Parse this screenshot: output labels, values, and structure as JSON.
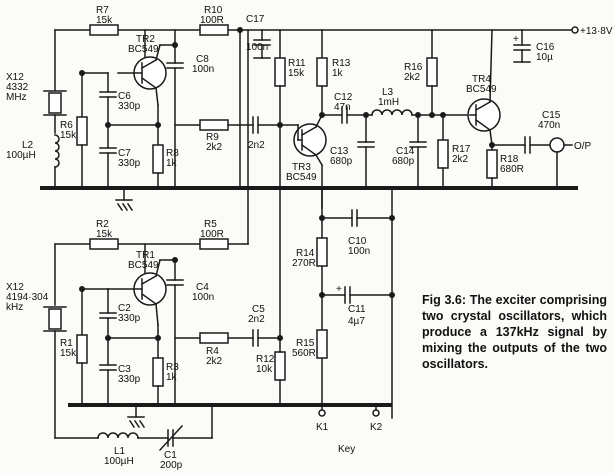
{
  "supply": "+13·8V",
  "output": "O/P",
  "key": {
    "label": "Key",
    "k1": "K1",
    "k2": "K2"
  },
  "caption": "Fig 3.6: The exciter comprising two crystal oscillators, which produce a 137kHz signal by mixing the outputs of the two oscillators.",
  "components": {
    "R7": {
      "ref": "R7",
      "value": "15k"
    },
    "R10": {
      "ref": "R10",
      "value": "100R"
    },
    "C17": {
      "ref": "C17",
      "value": "100n"
    },
    "TR2": {
      "ref": "TR2",
      "value": "BC549"
    },
    "C8": {
      "ref": "C8",
      "value": "100n"
    },
    "R11": {
      "ref": "R11",
      "value": "15k"
    },
    "R13": {
      "ref": "R13",
      "value": "1k"
    },
    "R16": {
      "ref": "R16",
      "value": "2k2"
    },
    "C16": {
      "ref": "C16",
      "value": "10µ"
    },
    "TR4": {
      "ref": "TR4",
      "value": "BC549"
    },
    "X12a": {
      "ref": "X12",
      "value1": "4332",
      "value2": "MHz"
    },
    "C6": {
      "ref": "C6",
      "value": "330p"
    },
    "R6": {
      "ref": "R6",
      "value": "15k"
    },
    "L2": {
      "ref": "L2",
      "value": "100µH"
    },
    "C7": {
      "ref": "C7",
      "value": "330p"
    },
    "R8": {
      "ref": "R8",
      "value": "1k"
    },
    "R9": {
      "ref": "R9",
      "value": "2k2"
    },
    "C_2n2": {
      "value": "2n2"
    },
    "C12": {
      "ref": "C12",
      "value": "47n"
    },
    "L3": {
      "ref": "L3",
      "value": "1mH"
    },
    "C15": {
      "ref": "C15",
      "value": "470n"
    },
    "TR3": {
      "ref": "TR3",
      "value": "BC549"
    },
    "C13": {
      "ref": "C13",
      "value": "680p"
    },
    "C14": {
      "ref": "C14",
      "value": "680p"
    },
    "R17": {
      "ref": "R17",
      "value": "2k2"
    },
    "R18": {
      "ref": "R18",
      "value": "680R"
    },
    "R2": {
      "ref": "R2",
      "value": "15k"
    },
    "R5": {
      "ref": "R5",
      "value": "100R"
    },
    "TR1": {
      "ref": "TR1",
      "value": "BC549"
    },
    "C4": {
      "ref": "C4",
      "value": "100n"
    },
    "C10": {
      "ref": "C10",
      "value": "100n"
    },
    "R14": {
      "ref": "R14",
      "value": "270R"
    },
    "X12b": {
      "ref": "X12",
      "value1": "4194·304",
      "value2": "kHz"
    },
    "C2": {
      "ref": "C2",
      "value": "330p"
    },
    "C11": {
      "ref": "C11",
      "value": "4µ7"
    },
    "R1": {
      "ref": "R1",
      "value": "15k"
    },
    "C5": {
      "ref": "C5",
      "value": "2n2"
    },
    "C3": {
      "ref": "C3",
      "value": "330p"
    },
    "R3": {
      "ref": "R3",
      "value": "1k"
    },
    "R4": {
      "ref": "R4",
      "value": "2k2"
    },
    "R15": {
      "ref": "R15",
      "value": "560R"
    },
    "R12": {
      "ref": "R12",
      "value": "10k"
    },
    "L1": {
      "ref": "L1",
      "value": "100µH"
    },
    "C1": {
      "ref": "C1",
      "value": "200p"
    }
  }
}
